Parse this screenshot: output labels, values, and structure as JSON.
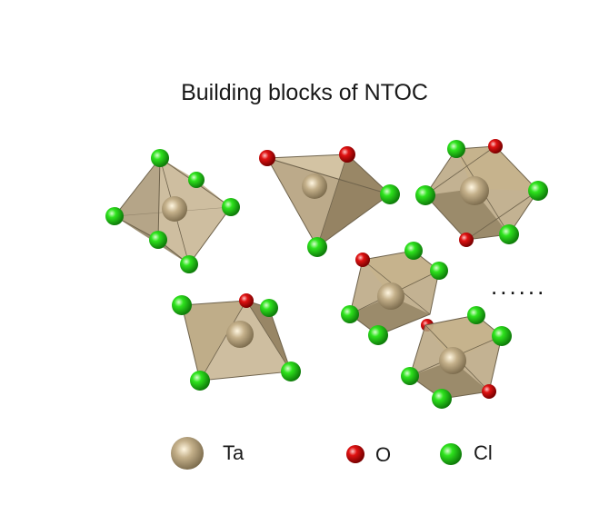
{
  "title": "Building blocks of NTOC",
  "ellipsis": "......",
  "legend": [
    {
      "label": "Ta",
      "color": "#b7a27a"
    },
    {
      "label": "O",
      "color": "#e01212"
    },
    {
      "label": "Cl",
      "color": "#2ee31d"
    }
  ],
  "colors": {
    "polyhedron_face": "#b9a57f",
    "polyhedron_shade": "#8a7a5b",
    "edge": "#6f634c",
    "bond": "#c7b891",
    "ta": "#b7a27a",
    "o": "#e01212",
    "cl": "#2ee31d"
  }
}
